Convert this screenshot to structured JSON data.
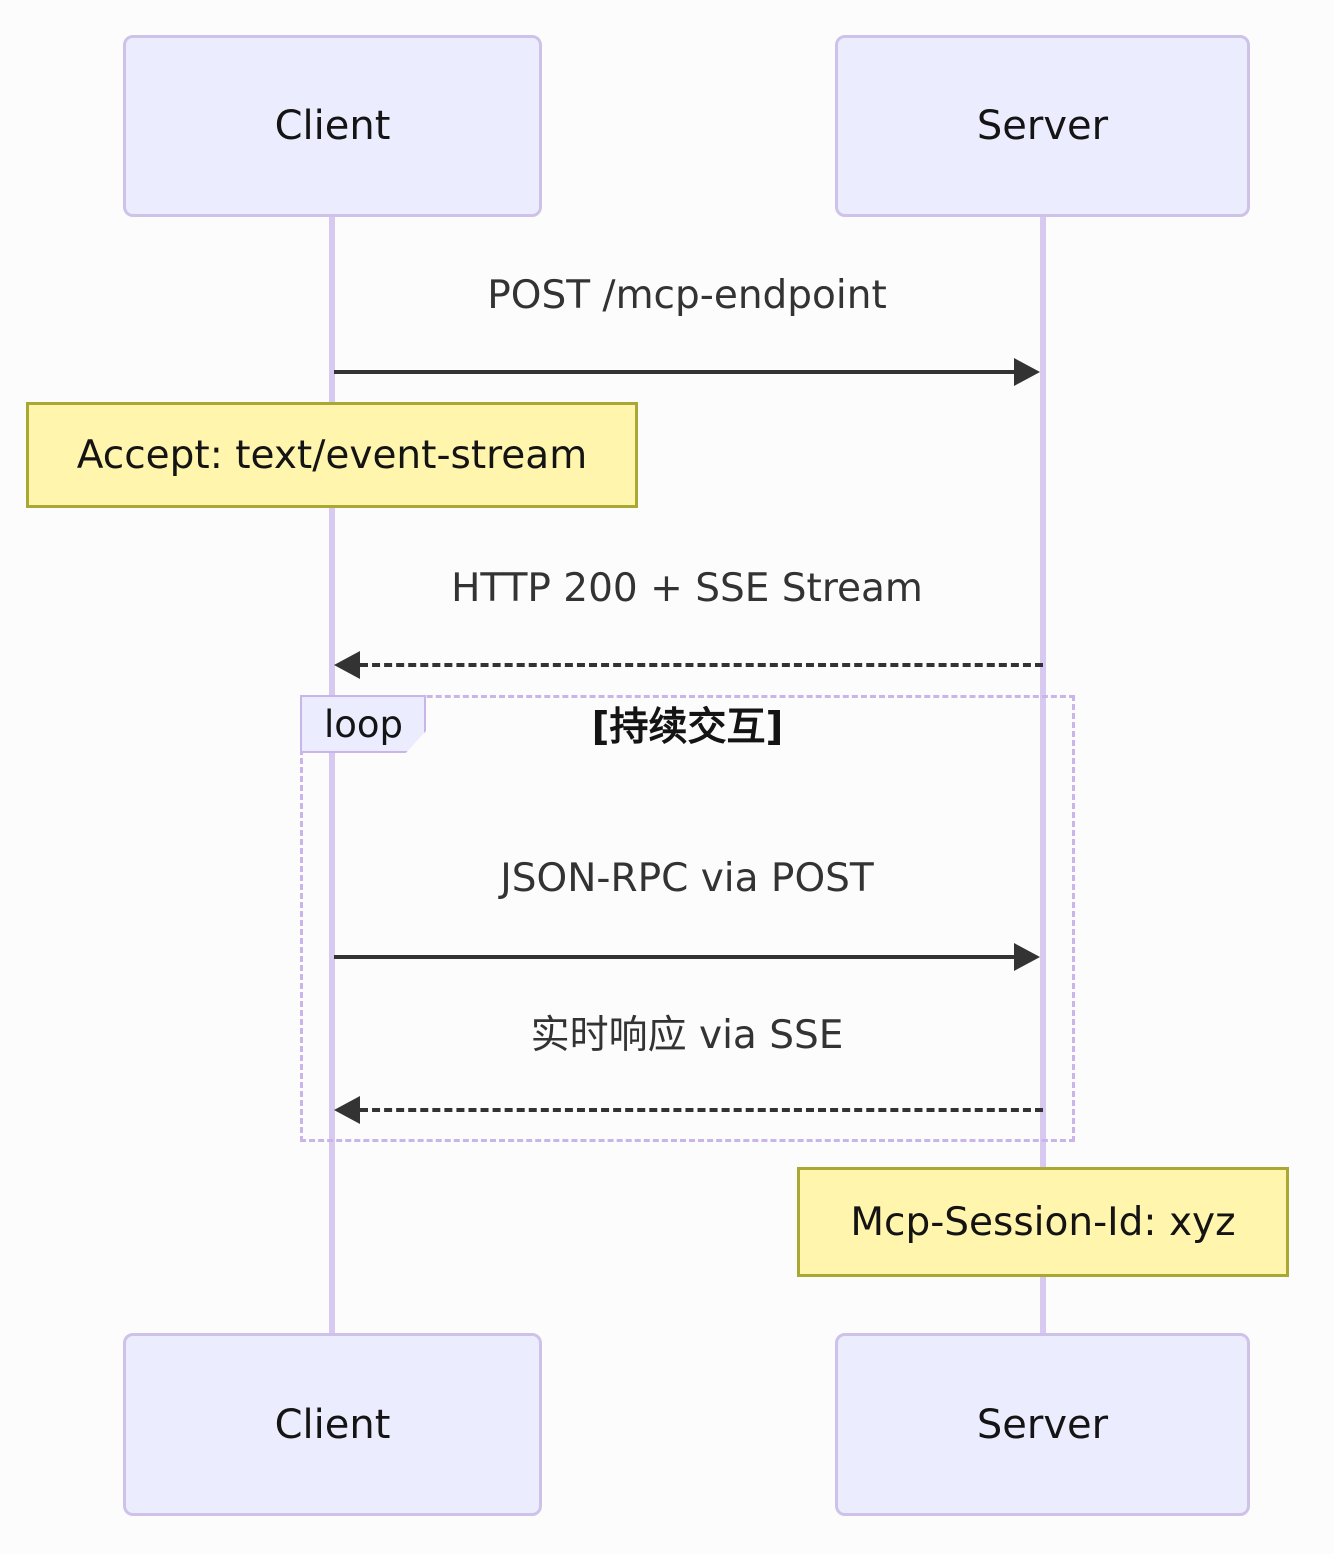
{
  "colors": {
    "background": "#fdfcfc",
    "actor_fill": "#ececff",
    "actor_border": "#cfc2e9",
    "lifeline": "#d7c9f0",
    "note_fill": "#fff5ad",
    "note_border": "#a8a832",
    "loop_border": "#c9b5ea",
    "text": "#333333",
    "arrow": "#333333"
  },
  "actors": [
    {
      "name": "Client"
    },
    {
      "name": "Server"
    }
  ],
  "messages": [
    {
      "label": "POST /mcp-endpoint",
      "from": "Client",
      "to": "Server",
      "style": "solid"
    },
    {
      "label": "HTTP 200 + SSE Stream",
      "from": "Server",
      "to": "Client",
      "style": "dashed"
    },
    {
      "label": "JSON-RPC via POST",
      "from": "Client",
      "to": "Server",
      "style": "solid"
    },
    {
      "label": "实时响应 via SSE",
      "from": "Server",
      "to": "Client",
      "style": "dashed"
    }
  ],
  "notes": [
    {
      "text": "Accept: text/event-stream",
      "over": "Client"
    },
    {
      "text": "Mcp-Session-Id: xyz",
      "over": "Server"
    }
  ],
  "loop": {
    "label": "loop",
    "condition": "[持续交互]"
  }
}
